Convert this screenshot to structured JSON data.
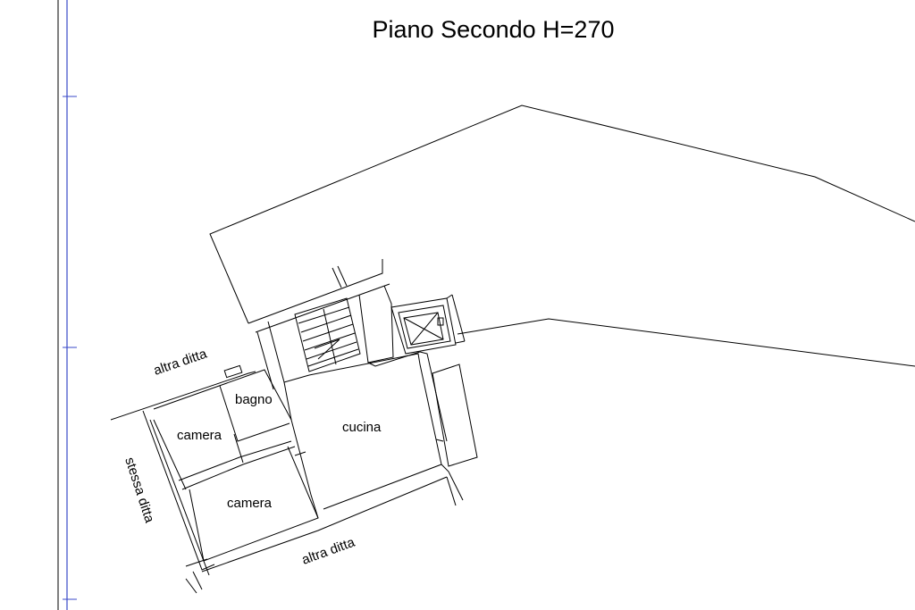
{
  "title": "Piano Secondo H=270",
  "rooms": {
    "bagno": "bagno",
    "camera_1": "camera",
    "camera_2": "camera",
    "cucina": "cucina"
  },
  "neighbors": {
    "top_left": "altra ditta",
    "left": "stessa ditta",
    "bottom": "altra ditta"
  },
  "colors": {
    "line": "#000000",
    "ruler": "#3a49c8"
  }
}
